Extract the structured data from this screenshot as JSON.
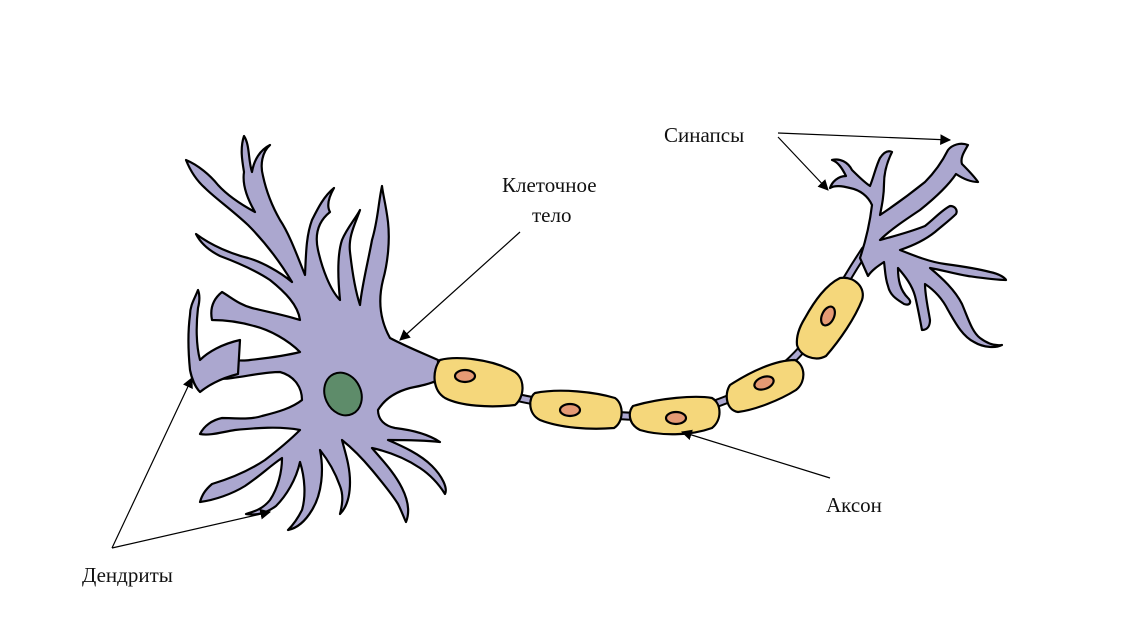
{
  "labels": {
    "cell_body_line1": "Клеточное",
    "cell_body_line2": "тело",
    "synapses": "Синапсы",
    "axon": "Аксон",
    "dendrites": "Дендриты"
  },
  "colors": {
    "neuron_fill": "#ABA7CF",
    "nucleus_fill": "#5E8C6A",
    "myelin_fill": "#F5D77B",
    "schwann_nucleus_fill": "#E59A74",
    "outline": "#000000"
  }
}
